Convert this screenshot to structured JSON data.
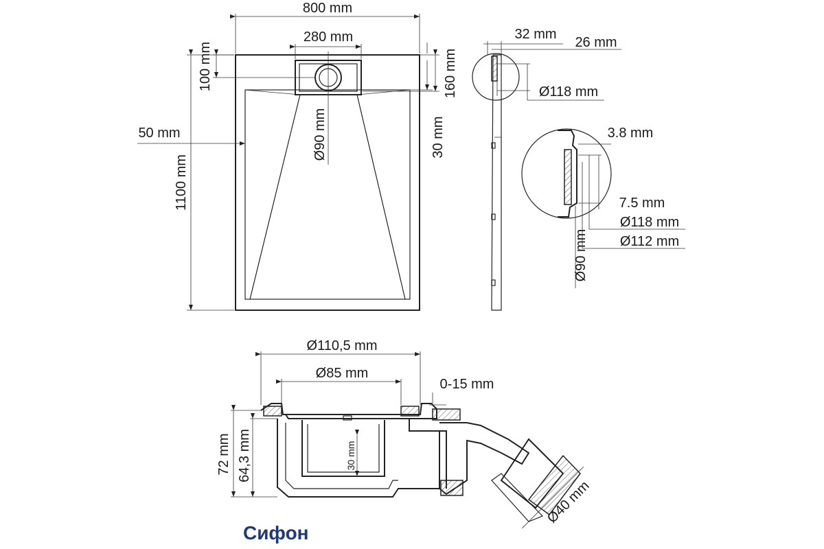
{
  "tray": {
    "width": "800 mm",
    "length": "1100 mm",
    "drain_width": "280 mm",
    "drain_offset": "100 mm",
    "drain_depth": "160 mm",
    "edge_margin": "50 mm",
    "outlet_diameter": "Ø90 mm",
    "slope_depth": "30 mm"
  },
  "profile": {
    "thickness_outer": "32 mm",
    "thickness_inner": "26 mm",
    "outlet_diameter": "Ø118 mm"
  },
  "detail": {
    "rim": "3.8 mm",
    "lip": "7.5 mm",
    "outer_diameter": "Ø118 mm",
    "inner_diameter": "Ø112 mm",
    "pipe_diameter": "Ø90 mm"
  },
  "siphon": {
    "flange_diameter": "Ø110,5 mm",
    "body_diameter": "Ø85 mm",
    "adjust_range": "0-15 mm",
    "total_height": "72 mm",
    "body_height": "64,3 mm",
    "water_seal": "30 mm",
    "outlet_diameter": "Ø40 mm",
    "caption": "Сифон"
  }
}
